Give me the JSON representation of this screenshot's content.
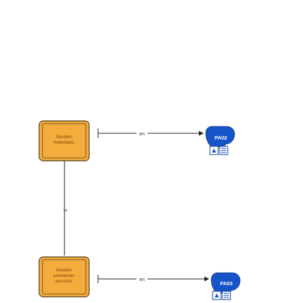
{
  "diagram": {
    "nodes": [
      {
        "id": "proc1",
        "label_lines": [
          "Gestión",
          "materiales"
        ],
        "type": "process",
        "fill": "#f4ad3d",
        "stroke": "#4a3a1a"
      },
      {
        "id": "proc2",
        "label_lines": [
          "Gestión",
          "prestación",
          "servicios"
        ],
        "type": "process",
        "fill": "#f4ad3d",
        "stroke": "#4a3a1a"
      },
      {
        "id": "ref1",
        "label": "PA02",
        "type": "reference",
        "fill": "#1655c9"
      },
      {
        "id": "ref2",
        "label": "PA03",
        "type": "reference",
        "fill": "#1655c9"
      }
    ],
    "connectors": [
      {
        "from": "proc1",
        "to": "ref1",
        "label": "en"
      },
      {
        "from": "proc1",
        "to": "proc2",
        "label": "y"
      },
      {
        "from": "proc2",
        "to": "ref2",
        "label": "en"
      }
    ]
  }
}
